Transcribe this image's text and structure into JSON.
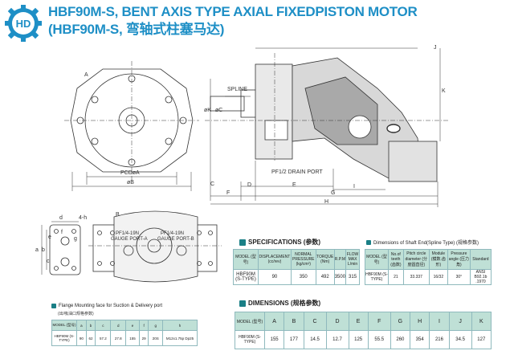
{
  "title": {
    "line1": "HBF90M-S, BENT AXIS TYPE AXIAL FIXEDPISTON MOTOR",
    "line2": "(HBF90M-S, 弯轴式柱塞马达)"
  },
  "logo": {
    "letters": "HD",
    "color": "#1e8fc6"
  },
  "drawing_labels": {
    "spline": "SPLINE",
    "drain_port": "PF1/2 DRAIN PORT",
    "pcd": "PCDøA",
    "dia_b": "øB",
    "c": "C",
    "d": "D",
    "e": "E",
    "f": "F",
    "g": "G",
    "h": "H",
    "i": "I",
    "j": "J",
    "k": "K",
    "k_dia": "øK",
    "c_dia": "øC",
    "view_a": "A",
    "view_b": "B",
    "side_d": "d",
    "side_h": "4-h",
    "side_g": "g",
    "side_f": "f",
    "side_e": "e",
    "side_a": "a",
    "side_b": "b",
    "side_c": "c",
    "gauge_a": "PF1/4-19N",
    "gauge_a_sub": "GAUGE PORT-A",
    "gauge_b": "PF1/4-19N",
    "gauge_b_sub": "GAUGE PORT-B"
  },
  "specifications": {
    "heading": "SPECIFICATIONS (参数)",
    "headers": [
      "MODEL (型号)",
      "DISPLACEMENT (cc/rev)",
      "NORMAL PRESSURE (kg/cm²)",
      "TORQUE (Nm)",
      "R.P.M",
      "FLOW MAX L/min"
    ],
    "row": [
      "HBF90M (S-TYPE)",
      "90",
      "350",
      "492",
      "3500",
      "315"
    ]
  },
  "shaft": {
    "heading": "Dimensions of Shaft End(Spline Type) (规格参数)",
    "headers": [
      "MODEL (型号)",
      "No.of teeth (齿数)",
      "Pitch circle diameter (分度圆直径)",
      "Module (模数.齿形)",
      "Pressure angle (压力角)",
      "Standard"
    ],
    "row": [
      "HBF90M (S-TYPE)",
      "21",
      "33.337",
      "16/32",
      "30°",
      "ANSI B92.1b .1970"
    ]
  },
  "dimensions": {
    "heading": "DIMENSIONS (规格参数)",
    "headers": [
      "MODEL (型号)",
      "A",
      "B",
      "C",
      "D",
      "E",
      "F",
      "G",
      "H",
      "I",
      "J",
      "K"
    ],
    "row": [
      "HBF90M (S-TYPE)",
      "155",
      "177",
      "14.5",
      "12.7",
      "125",
      "55.5",
      "260",
      "354",
      "216",
      "34.5",
      "127"
    ]
  },
  "flange": {
    "heading": "Flange Mounting face for Suction & Delivery port",
    "subheading": "(出/吸油口规格参数)",
    "headers": [
      "MODEL (型号)",
      "a",
      "b",
      "c",
      "d",
      "e",
      "f",
      "g",
      "h"
    ],
    "row": [
      "HBF90M (S-TYPE)",
      "90",
      "62",
      "57.2",
      "27.8",
      "155",
      "29",
      "20S",
      "M12x1.75p Dp25"
    ]
  },
  "colors": {
    "title": "#1e8fc6",
    "table_header": "#bfe0d6",
    "table_border": "#8fb9bd",
    "heading_dot": "#1a7f86"
  }
}
